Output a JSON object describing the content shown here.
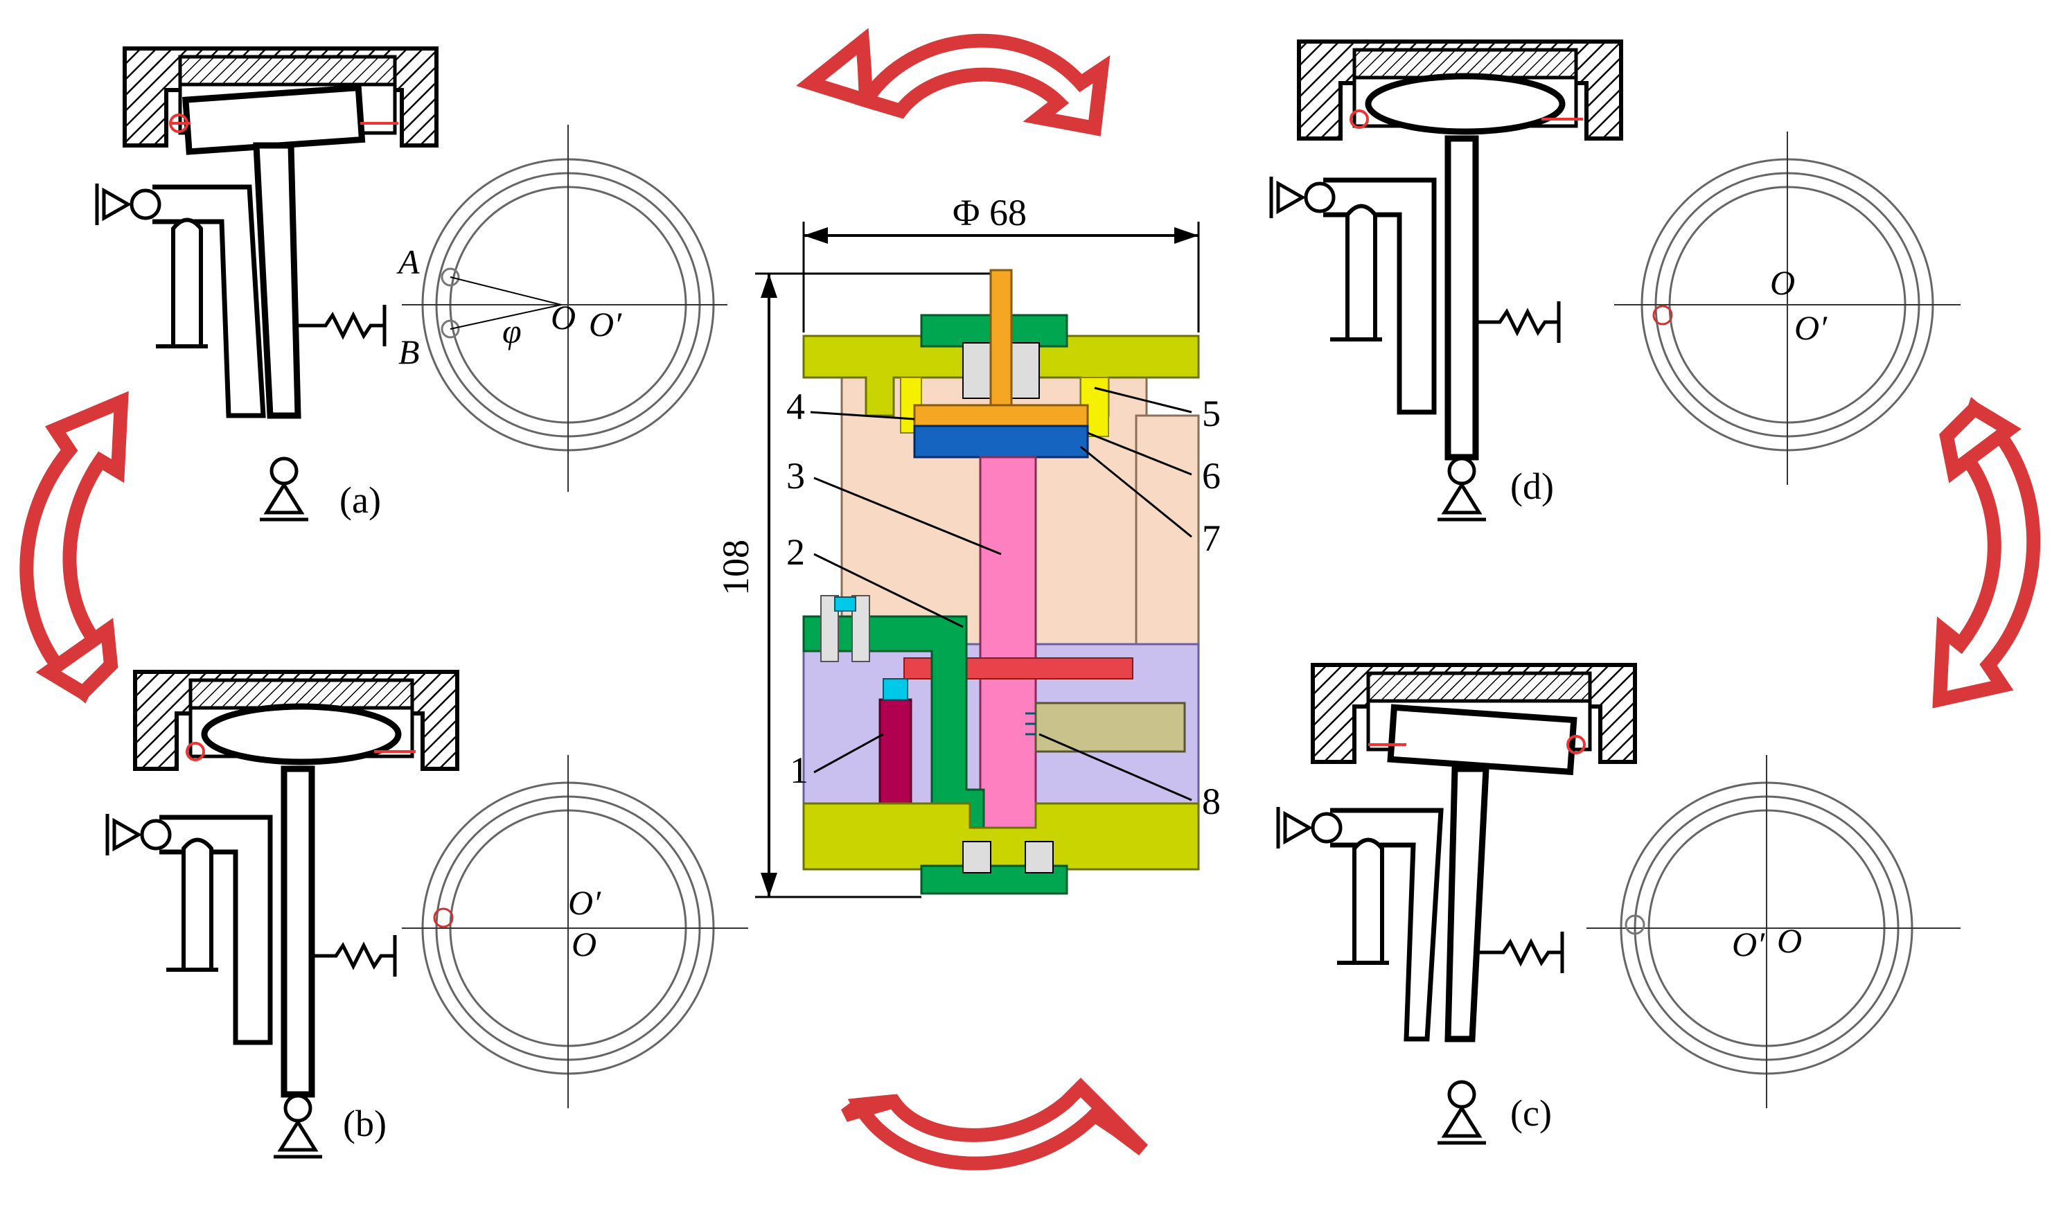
{
  "panels": {
    "a": {
      "label": "(a)",
      "point_a": "A",
      "point_b": "B",
      "angle": "φ",
      "center_o": "O",
      "center_o_prime": "O′"
    },
    "b": {
      "label": "(b)",
      "center_o_prime": "O′",
      "center_o": "O"
    },
    "c": {
      "label": "(c)",
      "center_o_prime": "O′",
      "center_o": "O"
    },
    "d": {
      "label": "(d)",
      "center_o": "O",
      "center_o_prime": "O′"
    }
  },
  "center": {
    "dim_width": "Φ 68",
    "dim_height": "108",
    "parts": [
      "1",
      "2",
      "3",
      "4",
      "5",
      "6",
      "7",
      "8"
    ]
  },
  "colors": {
    "arrow": "#d9383a",
    "housing": "#c9d400",
    "shaft": "#ff80c0",
    "cap": "#00a650",
    "disc": "#1565c0",
    "top": "#f5a623",
    "sleeve": "#f7d9c4",
    "base": "#c9c0f0",
    "actuator": "#b0004f"
  }
}
